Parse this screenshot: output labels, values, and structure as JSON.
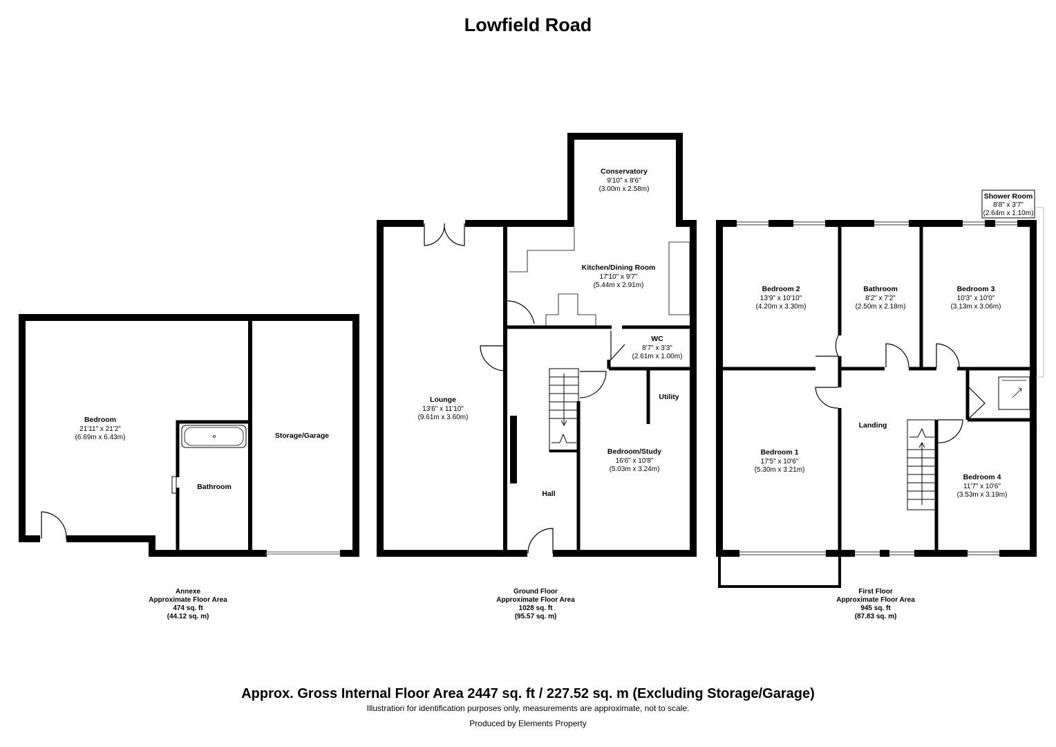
{
  "title": "Lowfield Road",
  "floors": [
    {
      "id": "annexe",
      "footer": {
        "name": "Annexe",
        "area_label": "Approximate Floor Area",
        "sqft": "474 sq. ft",
        "sqm": "(44.12 sq. m)"
      },
      "rooms": [
        {
          "id": "annexe-bedroom",
          "name": "Bedroom",
          "imperial": "21'11\" x 21'2\"",
          "metric": "(6.69m x 6.43m)"
        },
        {
          "id": "annexe-bathroom",
          "name": "Bathroom",
          "imperial": "",
          "metric": ""
        },
        {
          "id": "annexe-storage",
          "name": "Storage/Garage",
          "imperial": "",
          "metric": ""
        }
      ]
    },
    {
      "id": "ground",
      "footer": {
        "name": "Ground Floor",
        "area_label": "Approximate Floor Area",
        "sqft": "1028 sq. ft",
        "sqm": "(95.57 sq. m)"
      },
      "rooms": [
        {
          "id": "conservatory",
          "name": "Conservatory",
          "imperial": "9'10\" x 8'6\"",
          "metric": "(3.00m x 2.58m)"
        },
        {
          "id": "kitchen",
          "name": "Kitchen/Dining Room",
          "imperial": "17'10\" x 9'7\"",
          "metric": "(5.44m x 2.91m)"
        },
        {
          "id": "wc",
          "name": "WC",
          "imperial": "8'7\" x 3'3\"",
          "metric": "(2.61m x 1.00m)"
        },
        {
          "id": "utility",
          "name": "Utility",
          "imperial": "",
          "metric": ""
        },
        {
          "id": "lounge",
          "name": "Lounge",
          "imperial": "13'6\" x 11'10\"",
          "metric": "(9.61m x 3.60m)"
        },
        {
          "id": "bedroom-study",
          "name": "Bedroom/Study",
          "imperial": "16'6\" x 10'8\"",
          "metric": "(5.03m x 3.24m)"
        },
        {
          "id": "hall",
          "name": "Hall",
          "imperial": "",
          "metric": ""
        }
      ]
    },
    {
      "id": "first",
      "footer": {
        "name": "First Floor",
        "area_label": "Approximate Floor Area",
        "sqft": "945 sq. ft",
        "sqm": "(87.83 sq. m)"
      },
      "rooms": [
        {
          "id": "shower-room",
          "name": "Shower Room",
          "imperial": "8'8\" x 3'7\"",
          "metric": "(2.64m x 1.10m)"
        },
        {
          "id": "bedroom-2",
          "name": "Bedroom 2",
          "imperial": "13'9\" x 10'10\"",
          "metric": "(4.20m x 3.30m)"
        },
        {
          "id": "first-bathroom",
          "name": "Bathroom",
          "imperial": "8'2\" x 7'2\"",
          "metric": "(2.50m x 2.18m)"
        },
        {
          "id": "bedroom-3",
          "name": "Bedroom 3",
          "imperial": "10'3\" x 10'0\"",
          "metric": "(3.13m x 3.06m)"
        },
        {
          "id": "landing",
          "name": "Landing",
          "imperial": "",
          "metric": ""
        },
        {
          "id": "bedroom-1",
          "name": "Bedroom 1",
          "imperial": "17'5\" x 10'6\"",
          "metric": "(5.30m x 3.21m)"
        },
        {
          "id": "bedroom-4",
          "name": "Bedroom 4",
          "imperial": "11'7\" x 10'6\"",
          "metric": "(3.53m x 3.19m)"
        }
      ]
    }
  ],
  "gross_area": "Approx. Gross Internal Floor Area 2447 sq. ft / 227.52 sq. m (Excluding Storage/Garage)",
  "disclaimer": "Illustration for identification purposes only, measurements are approximate, not to scale.",
  "producer": "Produced by Elements Property"
}
